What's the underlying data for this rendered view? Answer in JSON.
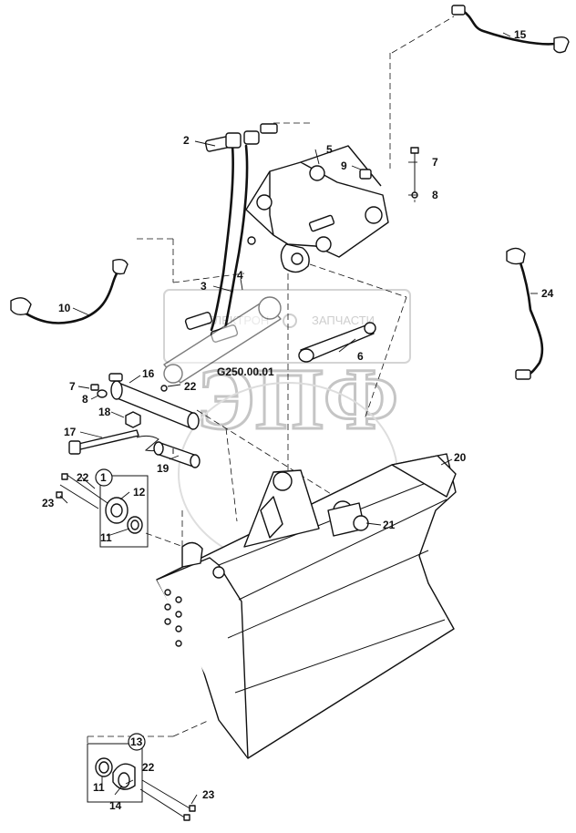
{
  "drawing_code": "G250.00.01",
  "watermark": {
    "line1": "ЕЛЕКТРОН",
    "line2": "ЗАПЧАСТИ",
    "big": "ЭПФ"
  },
  "callouts": [
    "1",
    "2",
    "3",
    "4",
    "5",
    "6",
    "7",
    "8",
    "9",
    "10",
    "11",
    "12",
    "13",
    "14",
    "15",
    "16",
    "17",
    "18",
    "19",
    "20",
    "21",
    "22",
    "23",
    "24"
  ],
  "repeat_callouts": {
    "seven_b": "7",
    "eight_b": "8",
    "eleven_b": "11",
    "twentytwo_b": "22",
    "twentytwo_c": "22",
    "twentythree_b": "23"
  }
}
